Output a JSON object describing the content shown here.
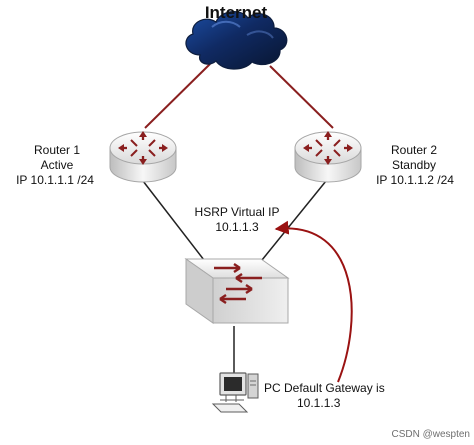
{
  "cloud": {
    "label": "Internet"
  },
  "router1": {
    "name": "Router 1",
    "role": "Active",
    "ip": "IP 10.1.1.1 /24"
  },
  "router2": {
    "name": "Router 2",
    "role": "Standby",
    "ip": "IP 10.1.1.2 /24"
  },
  "virtual_ip": {
    "title": "HSRP Virtual IP",
    "address": "10.1.1.3"
  },
  "pc": {
    "gateway_title": "PC Default Gateway is",
    "gateway_address": "10.1.1.3"
  },
  "watermark": "CSDN @wespten",
  "colors": {
    "link": "#8a1f1f",
    "cable": "#222222",
    "cloud": "#1b3d7d",
    "arrow": "#9a1212",
    "device_top": "#f5f5f5",
    "device_side": "#d9d9d9"
  }
}
